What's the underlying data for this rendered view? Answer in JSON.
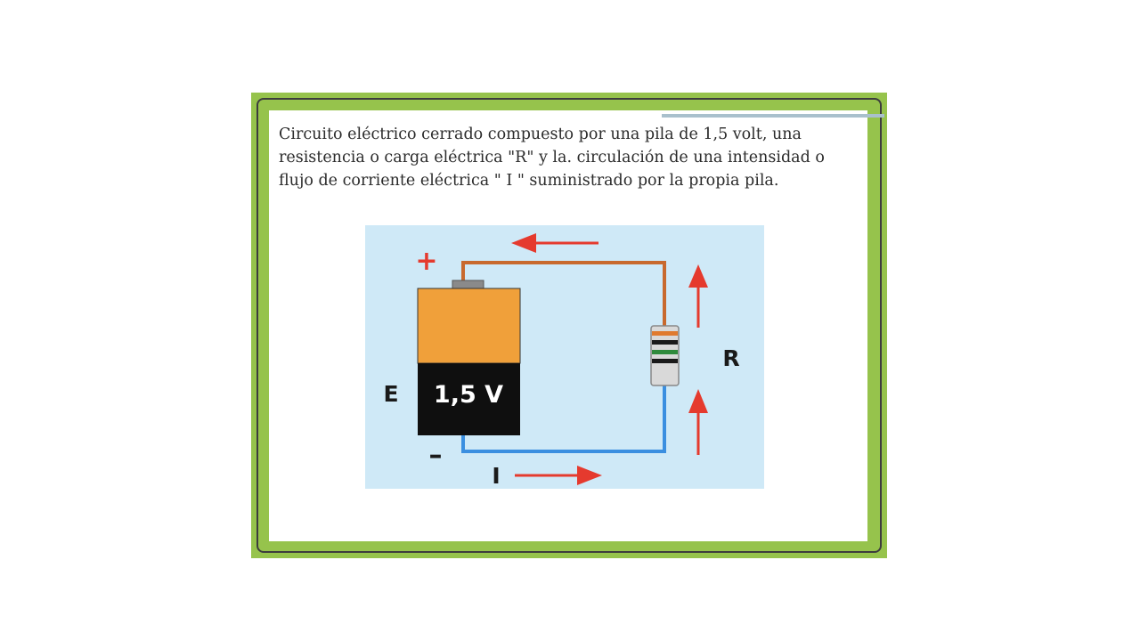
{
  "caption": "Circuito eléctrico cerrado compuesto por una pila de 1,5 volt, una resistencia o carga eléctrica \"R\" y la. circulación de una intensidad o flujo de corriente eléctrica \" I \" suministrado por la propia pila.",
  "diagram": {
    "plus_sign": "+",
    "minus_sign": "–",
    "battery_emf_label": "E",
    "battery_voltage": "1,5 V",
    "resistor_label": "R",
    "current_label": "I"
  },
  "colors": {
    "frame_green": "#96c34c",
    "diagram_background": "#cfe9f7",
    "battery_top": "#f0a03a",
    "battery_bottom": "#0f0f0f",
    "positive_wire": "#c8692e",
    "negative_wire": "#3b8fe0",
    "arrow_red": "#e53a2e"
  }
}
